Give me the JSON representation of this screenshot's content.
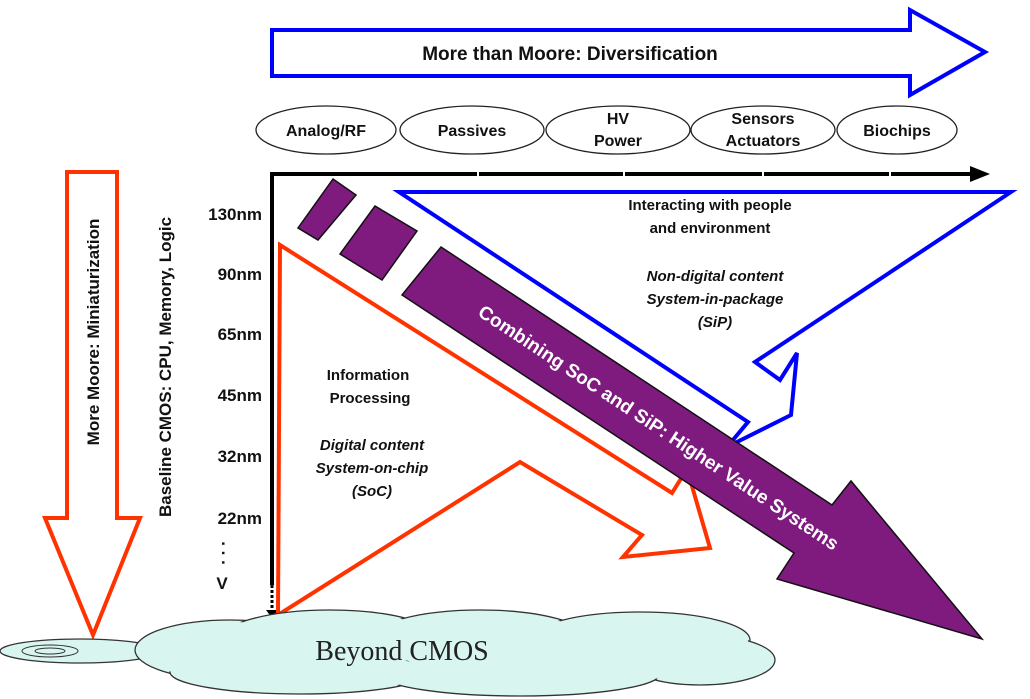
{
  "top_arrow": {
    "label": "More than Moore:  Diversification",
    "color": "#0000ff"
  },
  "categories": [
    {
      "lines": [
        "Analog/RF"
      ]
    },
    {
      "lines": [
        "Passives"
      ]
    },
    {
      "lines": [
        "HV",
        "Power"
      ]
    },
    {
      "lines": [
        "Sensors",
        "Actuators"
      ]
    },
    {
      "lines": [
        "Biochips"
      ]
    }
  ],
  "left_arrow": {
    "label": "More Moore:  Miniaturization",
    "color": "#ff3300"
  },
  "vertical_axis_title": "Baseline CMOS:  CPU, Memory, Logic",
  "nodes": [
    "130nm",
    "90nm",
    "65nm",
    "45nm",
    "32nm",
    "22nm"
  ],
  "nodes_continuation": {
    "dots": ". . .",
    "end": "V"
  },
  "sip_region": {
    "line1": "Interacting with people",
    "line2": "and environment",
    "italic1": "Non-digital content",
    "italic2": "System-in-package",
    "italic3": "(SiP)"
  },
  "soc_region": {
    "line1": "Information",
    "line2": "Processing",
    "italic1": "Digital content",
    "italic2": "System-on-chip",
    "italic3": "(SoC)"
  },
  "combined_arrow": {
    "label": "Combining SoC and SiP:  Higher Value Systems",
    "color": "#7f1a7f"
  },
  "cloud": {
    "label": "Beyond CMOS",
    "color": "#d8f6ef"
  }
}
